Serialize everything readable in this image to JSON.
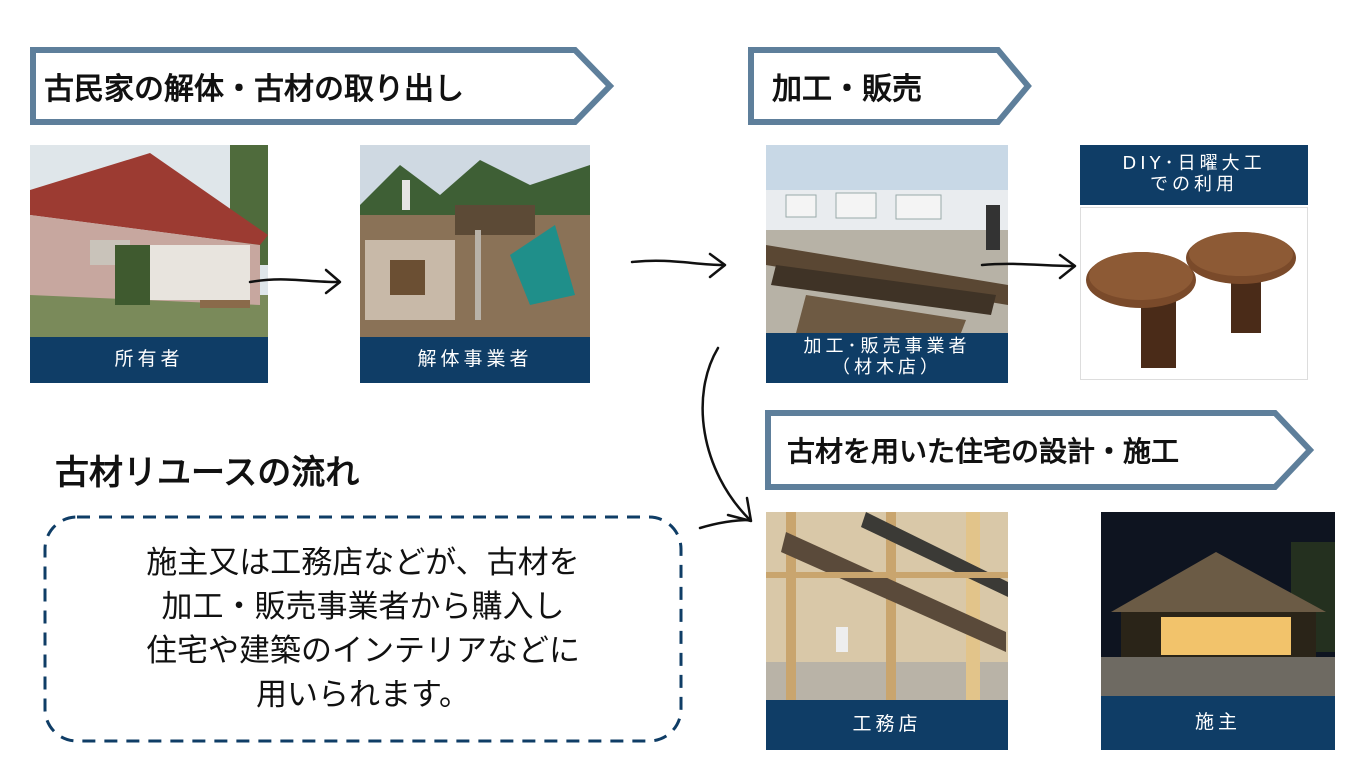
{
  "banners": {
    "dismantle": "古民家の解体・古材の取り出し",
    "process": "加工・販売",
    "design": "古材を用いた住宅の設計・施工"
  },
  "title": "古材リユースの流れ",
  "note": {
    "lines": [
      "施主又は工務店などが、古材を",
      "加工・販売事業者から購入し",
      "住宅や建築のインテリアなどに",
      "用いられます。"
    ]
  },
  "cards": {
    "owner": "所有者",
    "demolition": "解体事業者",
    "processor_line1": "加工･販売事業者",
    "processor_line2": "（材木店）",
    "diy_line1": "DIY･日曜大工",
    "diy_line2": "での利用",
    "contractor": "工務店",
    "client": "施主"
  },
  "colors": {
    "banner_border": "#5e7f9b",
    "label_bg": "#0f3d66",
    "note_border": "#0f3d66"
  }
}
